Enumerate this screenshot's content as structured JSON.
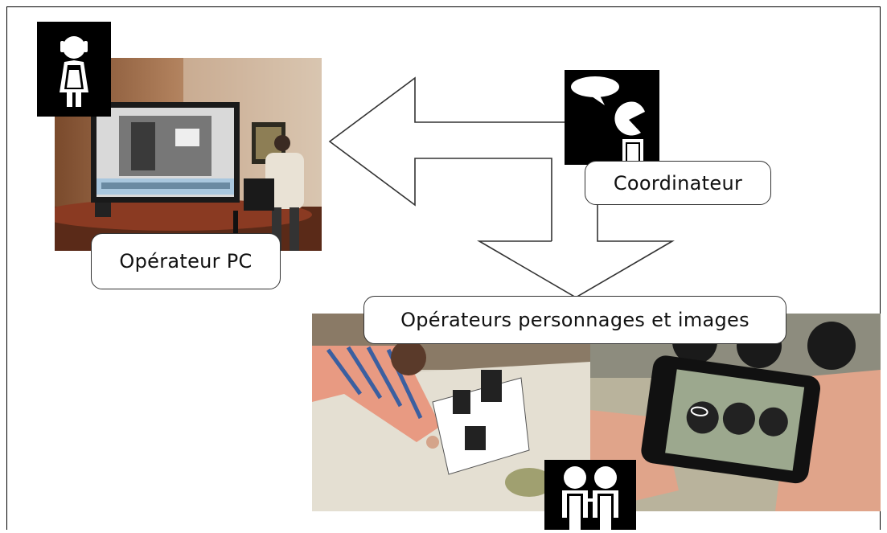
{
  "labels": {
    "pc_operator": "Opérateur PC",
    "coordinator": "Coordinateur",
    "puppet_operators": "Opérateurs personnages et images"
  },
  "icons": {
    "pc_operator_icon": "girl-figure-icon",
    "coordinator_icon": "speaking-head-icon",
    "puppet_operators_icon": "two-children-icon"
  },
  "colors": {
    "frame": "#000000",
    "arrow_stroke": "#333333",
    "icon_background": "#000000"
  }
}
